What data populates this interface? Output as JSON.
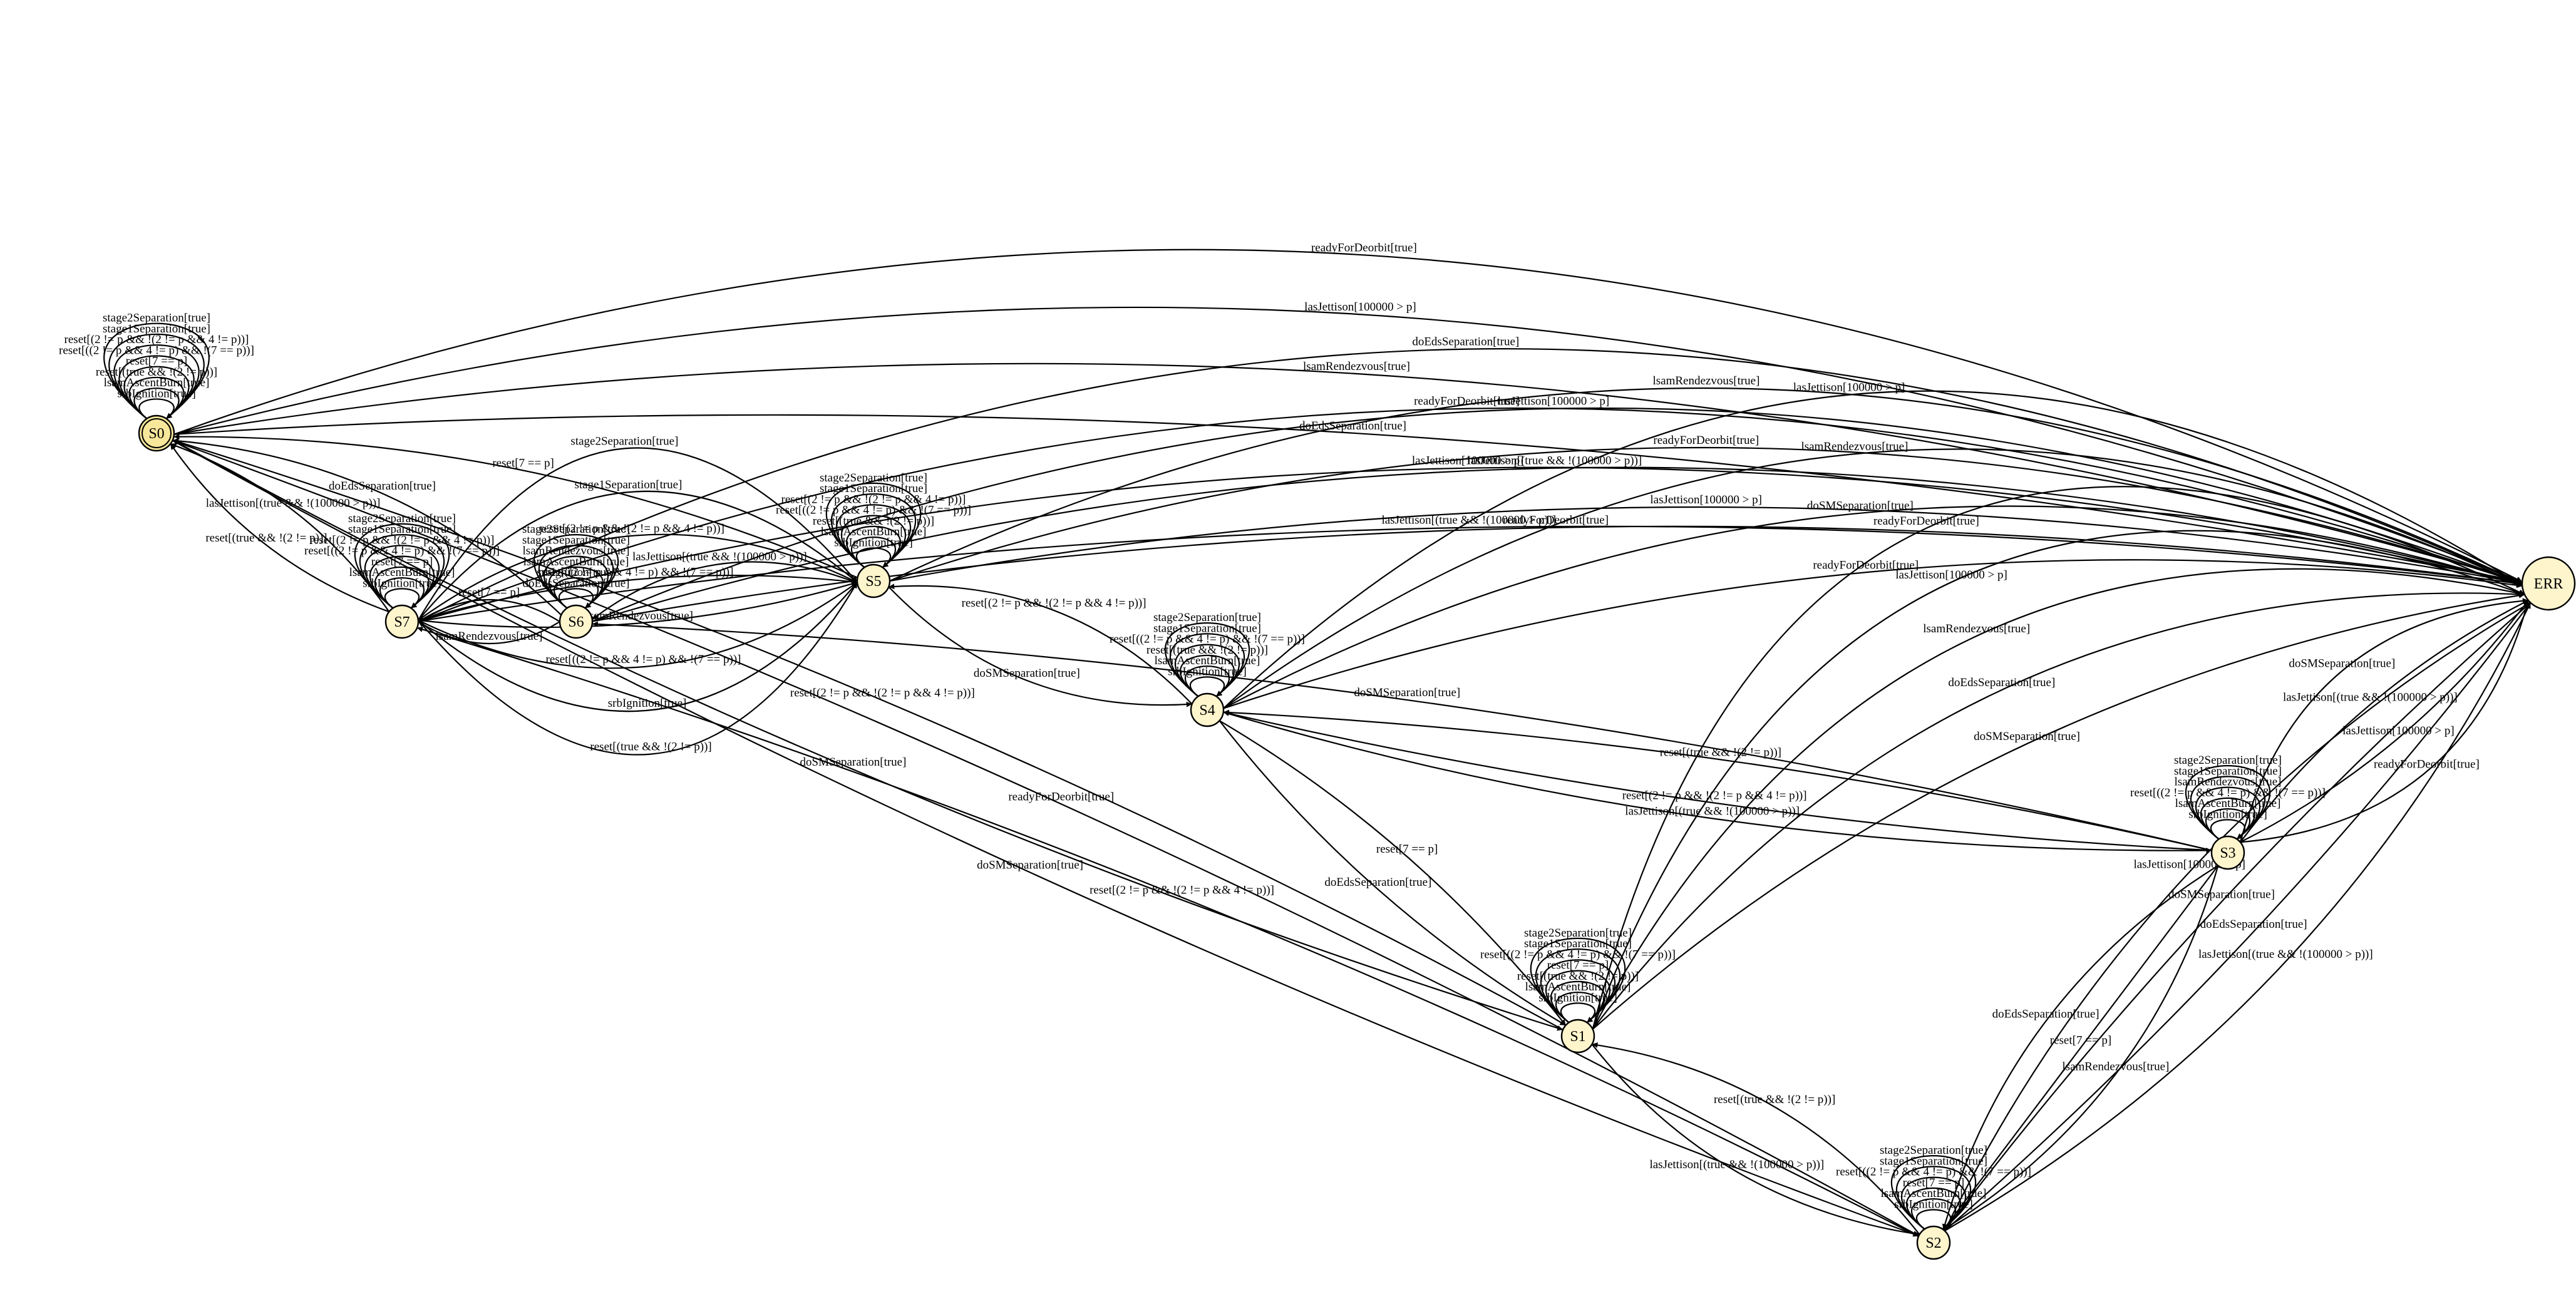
{
  "diagram": {
    "type": "state-machine",
    "colors": {
      "state_fill": "#FFF5CC",
      "initial_fill": "#F7E79A",
      "edge": "#000000",
      "text": "#000000"
    },
    "nodes": [
      {
        "id": "S0",
        "label": "S0",
        "initial": true
      },
      {
        "id": "S1",
        "label": "S1"
      },
      {
        "id": "S2",
        "label": "S2"
      },
      {
        "id": "S3",
        "label": "S3"
      },
      {
        "id": "S4",
        "label": "S4"
      },
      {
        "id": "S5",
        "label": "S5"
      },
      {
        "id": "S6",
        "label": "S6"
      },
      {
        "id": "S7",
        "label": "S7"
      },
      {
        "id": "ERR",
        "label": "ERR"
      }
    ],
    "edges": [
      {
        "from": "S0",
        "to": "ERR",
        "label": "doEdsSeparation[true]"
      },
      {
        "from": "S0",
        "to": "ERR",
        "label": "lsamRendezvous[true]"
      },
      {
        "from": "S0",
        "to": "ERR",
        "label": "lasJettison[100000 > p]"
      },
      {
        "from": "S0",
        "to": "ERR",
        "label": "readyForDeorbit[true]"
      },
      {
        "from": "S7",
        "to": "ERR",
        "label": "lasJettison[(true && !(100000 > p))]"
      },
      {
        "from": "S7",
        "to": "ERR",
        "label": "lasJettison[100000 > p]"
      },
      {
        "from": "S7",
        "to": "ERR",
        "label": "readyForDeorbit[true]"
      },
      {
        "from": "S7",
        "to": "ERR",
        "label": "doEdsSeparation[true]"
      },
      {
        "from": "S6",
        "to": "ERR",
        "label": "readyForDeorbit[true]"
      },
      {
        "from": "S6",
        "to": "ERR",
        "label": "lasJettison[(true && !(100000 > p))]"
      },
      {
        "from": "S6",
        "to": "ERR",
        "label": "lasJettison[100000 > p]"
      },
      {
        "from": "S5",
        "to": "ERR",
        "label": "lasJettison[100000 > p]"
      },
      {
        "from": "S5",
        "to": "ERR",
        "label": "readyForDeorbit[true]"
      },
      {
        "from": "S5",
        "to": "ERR",
        "label": "lsamRendezvous[true]"
      },
      {
        "from": "S4",
        "to": "ERR",
        "label": "readyForDeorbit[true]"
      },
      {
        "from": "S4",
        "to": "ERR",
        "label": "doSMSeparation[true]"
      },
      {
        "from": "S4",
        "to": "ERR",
        "label": "lsamRendezvous[true]"
      },
      {
        "from": "S4",
        "to": "ERR",
        "label": "lasJettison[100000 > p]"
      },
      {
        "from": "S3",
        "to": "ERR",
        "label": "doSMSeparation[true]"
      },
      {
        "from": "S3",
        "to": "ERR",
        "label": "lasJettison[(true && !(100000 > p))]"
      },
      {
        "from": "S3",
        "to": "ERR",
        "label": "lasJettison[100000 > p]"
      },
      {
        "from": "S3",
        "to": "ERR",
        "label": "readyForDeorbit[true]"
      },
      {
        "from": "S1",
        "to": "ERR",
        "label": "doSMSeparation[true]"
      },
      {
        "from": "S1",
        "to": "ERR",
        "label": "doEdsSeparation[true]"
      },
      {
        "from": "S1",
        "to": "ERR",
        "label": "lsamRendezvous[true]"
      },
      {
        "from": "S1",
        "to": "ERR",
        "label": "lasJettison[100000 > p]"
      },
      {
        "from": "S1",
        "to": "ERR",
        "label": "readyForDeorbit[true]"
      },
      {
        "from": "S2",
        "to": "ERR",
        "label": "lasJettison[100000 > p]"
      },
      {
        "from": "S2",
        "to": "ERR",
        "label": "doSMSeparation[true]"
      },
      {
        "from": "S2",
        "to": "ERR",
        "label": "doEdsSeparation[true]"
      },
      {
        "from": "S2",
        "to": "ERR",
        "label": "lasJettison[(true && !(100000 > p))]"
      },
      {
        "from": "S5",
        "to": "S0",
        "label": "reset[7 == p]"
      },
      {
        "from": "S6",
        "to": "S0",
        "label": "doEdsSeparation[true]"
      },
      {
        "from": "S7",
        "to": "S0",
        "label": "reset[(true && !(2 != p))]"
      },
      {
        "from": "S7",
        "to": "S0",
        "label": "lasJettison[(true && !(100000 > p))]"
      },
      {
        "from": "S1",
        "to": "S0",
        "label": "reset[(2 != p && !(2 != p && 4 != p))]"
      },
      {
        "from": "S0",
        "to": "S1",
        "label": "doSMSeparation[true]"
      },
      {
        "from": "S2",
        "to": "S0",
        "label": "readyForDeorbit[true]"
      },
      {
        "from": "S0",
        "to": "S2",
        "label": "doSMSeparation[true]"
      },
      {
        "from": "S2",
        "to": "S7",
        "label": "reset[(2 != p && !(2 != p && 4 != p))]"
      },
      {
        "from": "S5",
        "to": "S4",
        "label": "doSMSeparation[true]"
      },
      {
        "from": "S4",
        "to": "S5",
        "label": "reset[(2 != p && !(2 != p && 4 != p))]"
      },
      {
        "from": "S3",
        "to": "S6",
        "label": "doSMSeparation[true]"
      },
      {
        "from": "S3",
        "to": "S4",
        "label": "reset[(2 != p && !(2 != p && 4 != p))]"
      },
      {
        "from": "S3",
        "to": "S4",
        "label": "reset[(true && !(2 != p))]"
      },
      {
        "from": "S4",
        "to": "S1",
        "label": "reset[7 == p]"
      },
      {
        "from": "S4",
        "to": "S1",
        "label": "doEdsSeparation[true]"
      },
      {
        "from": "S1",
        "to": "S2",
        "label": "lasJettison[(true && !(100000 > p))]"
      },
      {
        "from": "S2",
        "to": "S1",
        "label": "reset[(true && !(2 != p))]"
      },
      {
        "from": "S3",
        "to": "S2",
        "label": "lsamRendezvous[true]"
      },
      {
        "from": "S3",
        "to": "S2",
        "label": "reset[7 == p]"
      },
      {
        "from": "S3",
        "to": "S2",
        "label": "doEdsSeparation[true]"
      },
      {
        "from": "S4",
        "to": "S3",
        "label": "lasJettison[(true && !(100000 > p))]"
      },
      {
        "from": "S7",
        "to": "S5",
        "label": "stage2Separation[true]"
      },
      {
        "from": "S7",
        "to": "S5",
        "label": "stage1Separation[true]"
      },
      {
        "from": "S7",
        "to": "S5",
        "label": "reset[(2 != p && !(2 != p && 4 != p))]"
      },
      {
        "from": "S7",
        "to": "S5",
        "label": "reset[((2 != p && 4 != p) && !(7 == p))]"
      },
      {
        "from": "S7",
        "to": "S5",
        "label": "lsamRendezvous[true]"
      },
      {
        "from": "S7",
        "to": "S5",
        "label": "reset[((2 != p && 4 != p) && !(7 == p))]"
      },
      {
        "from": "S7",
        "to": "S5",
        "label": "srbIgnition[true]"
      },
      {
        "from": "S7",
        "to": "S5",
        "label": "reset[(true && !(2 != p))]"
      },
      {
        "from": "S6",
        "to": "S7",
        "label": "lsamRendezvous[true]"
      },
      {
        "from": "S6",
        "to": "S7",
        "label": "reset[7 == p]"
      },
      {
        "from": "S5",
        "to": "S6",
        "label": "lasJettison[(true && !(100000 > p))]"
      },
      {
        "from": "S0",
        "to": "S0",
        "label": "stage2Separation[true]"
      },
      {
        "from": "S0",
        "to": "S0",
        "label": "stage1Separation[true]"
      },
      {
        "from": "S0",
        "to": "S0",
        "label": "reset[(2 != p && !(2 != p && 4 != p))]"
      },
      {
        "from": "S0",
        "to": "S0",
        "label": "reset[((2 != p && 4 != p) && !(7 == p))]"
      },
      {
        "from": "S0",
        "to": "S0",
        "label": "reset[7 == p]"
      },
      {
        "from": "S0",
        "to": "S0",
        "label": "reset[(true && !(2 != p))]"
      },
      {
        "from": "S0",
        "to": "S0",
        "label": "lsamAscentBurn[true]"
      },
      {
        "from": "S0",
        "to": "S0",
        "label": "srbIgnition[true]"
      },
      {
        "from": "S7",
        "to": "S7",
        "label": "stage2Separation[true]"
      },
      {
        "from": "S7",
        "to": "S7",
        "label": "stage1Separation[true]"
      },
      {
        "from": "S7",
        "to": "S7",
        "label": "reset[(2 != p && !(2 != p && 4 != p))]"
      },
      {
        "from": "S7",
        "to": "S7",
        "label": "reset[((2 != p && 4 != p) && !(7 == p))]"
      },
      {
        "from": "S7",
        "to": "S7",
        "label": "reset[7 == p]"
      },
      {
        "from": "S7",
        "to": "S7",
        "label": "lsamAscentBurn[true]"
      },
      {
        "from": "S7",
        "to": "S7",
        "label": "srbIgnition[true]"
      },
      {
        "from": "S6",
        "to": "S6",
        "label": "stage2Separation[true]"
      },
      {
        "from": "S6",
        "to": "S6",
        "label": "stage1Separation[true]"
      },
      {
        "from": "S6",
        "to": "S6",
        "label": "lsamRendezvous[true]"
      },
      {
        "from": "S6",
        "to": "S6",
        "label": "lsamAscentBurn[true]"
      },
      {
        "from": "S6",
        "to": "S6",
        "label": "srbIgnition[true]"
      },
      {
        "from": "S6",
        "to": "S6",
        "label": "doEdsSeparation[true]"
      },
      {
        "from": "S5",
        "to": "S5",
        "label": "stage2Separation[true]"
      },
      {
        "from": "S5",
        "to": "S5",
        "label": "stage1Separation[true]"
      },
      {
        "from": "S5",
        "to": "S5",
        "label": "reset[(2 != p && !(2 != p && 4 != p))]"
      },
      {
        "from": "S5",
        "to": "S5",
        "label": "reset[((2 != p && 4 != p) && !(7 == p))]"
      },
      {
        "from": "S5",
        "to": "S5",
        "label": "reset[(true && !(2 != p))]"
      },
      {
        "from": "S5",
        "to": "S5",
        "label": "lsamAscentBurn[true]"
      },
      {
        "from": "S5",
        "to": "S5",
        "label": "srbIgnition[true]"
      },
      {
        "from": "S4",
        "to": "S4",
        "label": "stage2Separation[true]"
      },
      {
        "from": "S4",
        "to": "S4",
        "label": "stage1Separation[true]"
      },
      {
        "from": "S4",
        "to": "S4",
        "label": "reset[((2 != p && 4 != p) && !(7 == p))]"
      },
      {
        "from": "S4",
        "to": "S4",
        "label": "reset[(true && !(2 != p))]"
      },
      {
        "from": "S4",
        "to": "S4",
        "label": "lsamAscentBurn[true]"
      },
      {
        "from": "S4",
        "to": "S4",
        "label": "srbIgnition[true]"
      },
      {
        "from": "S3",
        "to": "S3",
        "label": "stage2Separation[true]"
      },
      {
        "from": "S3",
        "to": "S3",
        "label": "stage1Separation[true]"
      },
      {
        "from": "S3",
        "to": "S3",
        "label": "lsamRendezvous[true]"
      },
      {
        "from": "S3",
        "to": "S3",
        "label": "reset[((2 != p && 4 != p) && !(7 == p))]"
      },
      {
        "from": "S3",
        "to": "S3",
        "label": "lsamAscentBurn[true]"
      },
      {
        "from": "S3",
        "to": "S3",
        "label": "srbIgnition[true]"
      },
      {
        "from": "S1",
        "to": "S1",
        "label": "stage2Separation[true]"
      },
      {
        "from": "S1",
        "to": "S1",
        "label": "stage1Separation[true]"
      },
      {
        "from": "S1",
        "to": "S1",
        "label": "reset[((2 != p && 4 != p) && !(7 == p))]"
      },
      {
        "from": "S1",
        "to": "S1",
        "label": "reset[7 == p]"
      },
      {
        "from": "S1",
        "to": "S1",
        "label": "reset[(true && !(2 != p))]"
      },
      {
        "from": "S1",
        "to": "S1",
        "label": "lsamAscentBurn[true]"
      },
      {
        "from": "S1",
        "to": "S1",
        "label": "srbIgnition[true]"
      },
      {
        "from": "S2",
        "to": "S2",
        "label": "stage2Separation[true]"
      },
      {
        "from": "S2",
        "to": "S2",
        "label": "stage1Separation[true]"
      },
      {
        "from": "S2",
        "to": "S2",
        "label": "reset[((2 != p && 4 != p) && !(7 == p))]"
      },
      {
        "from": "S2",
        "to": "S2",
        "label": "reset[7 == p]"
      },
      {
        "from": "S2",
        "to": "S2",
        "label": "lsamAscentBurn[true]"
      },
      {
        "from": "S2",
        "to": "S2",
        "label": "srbIgnition[true]"
      }
    ]
  }
}
